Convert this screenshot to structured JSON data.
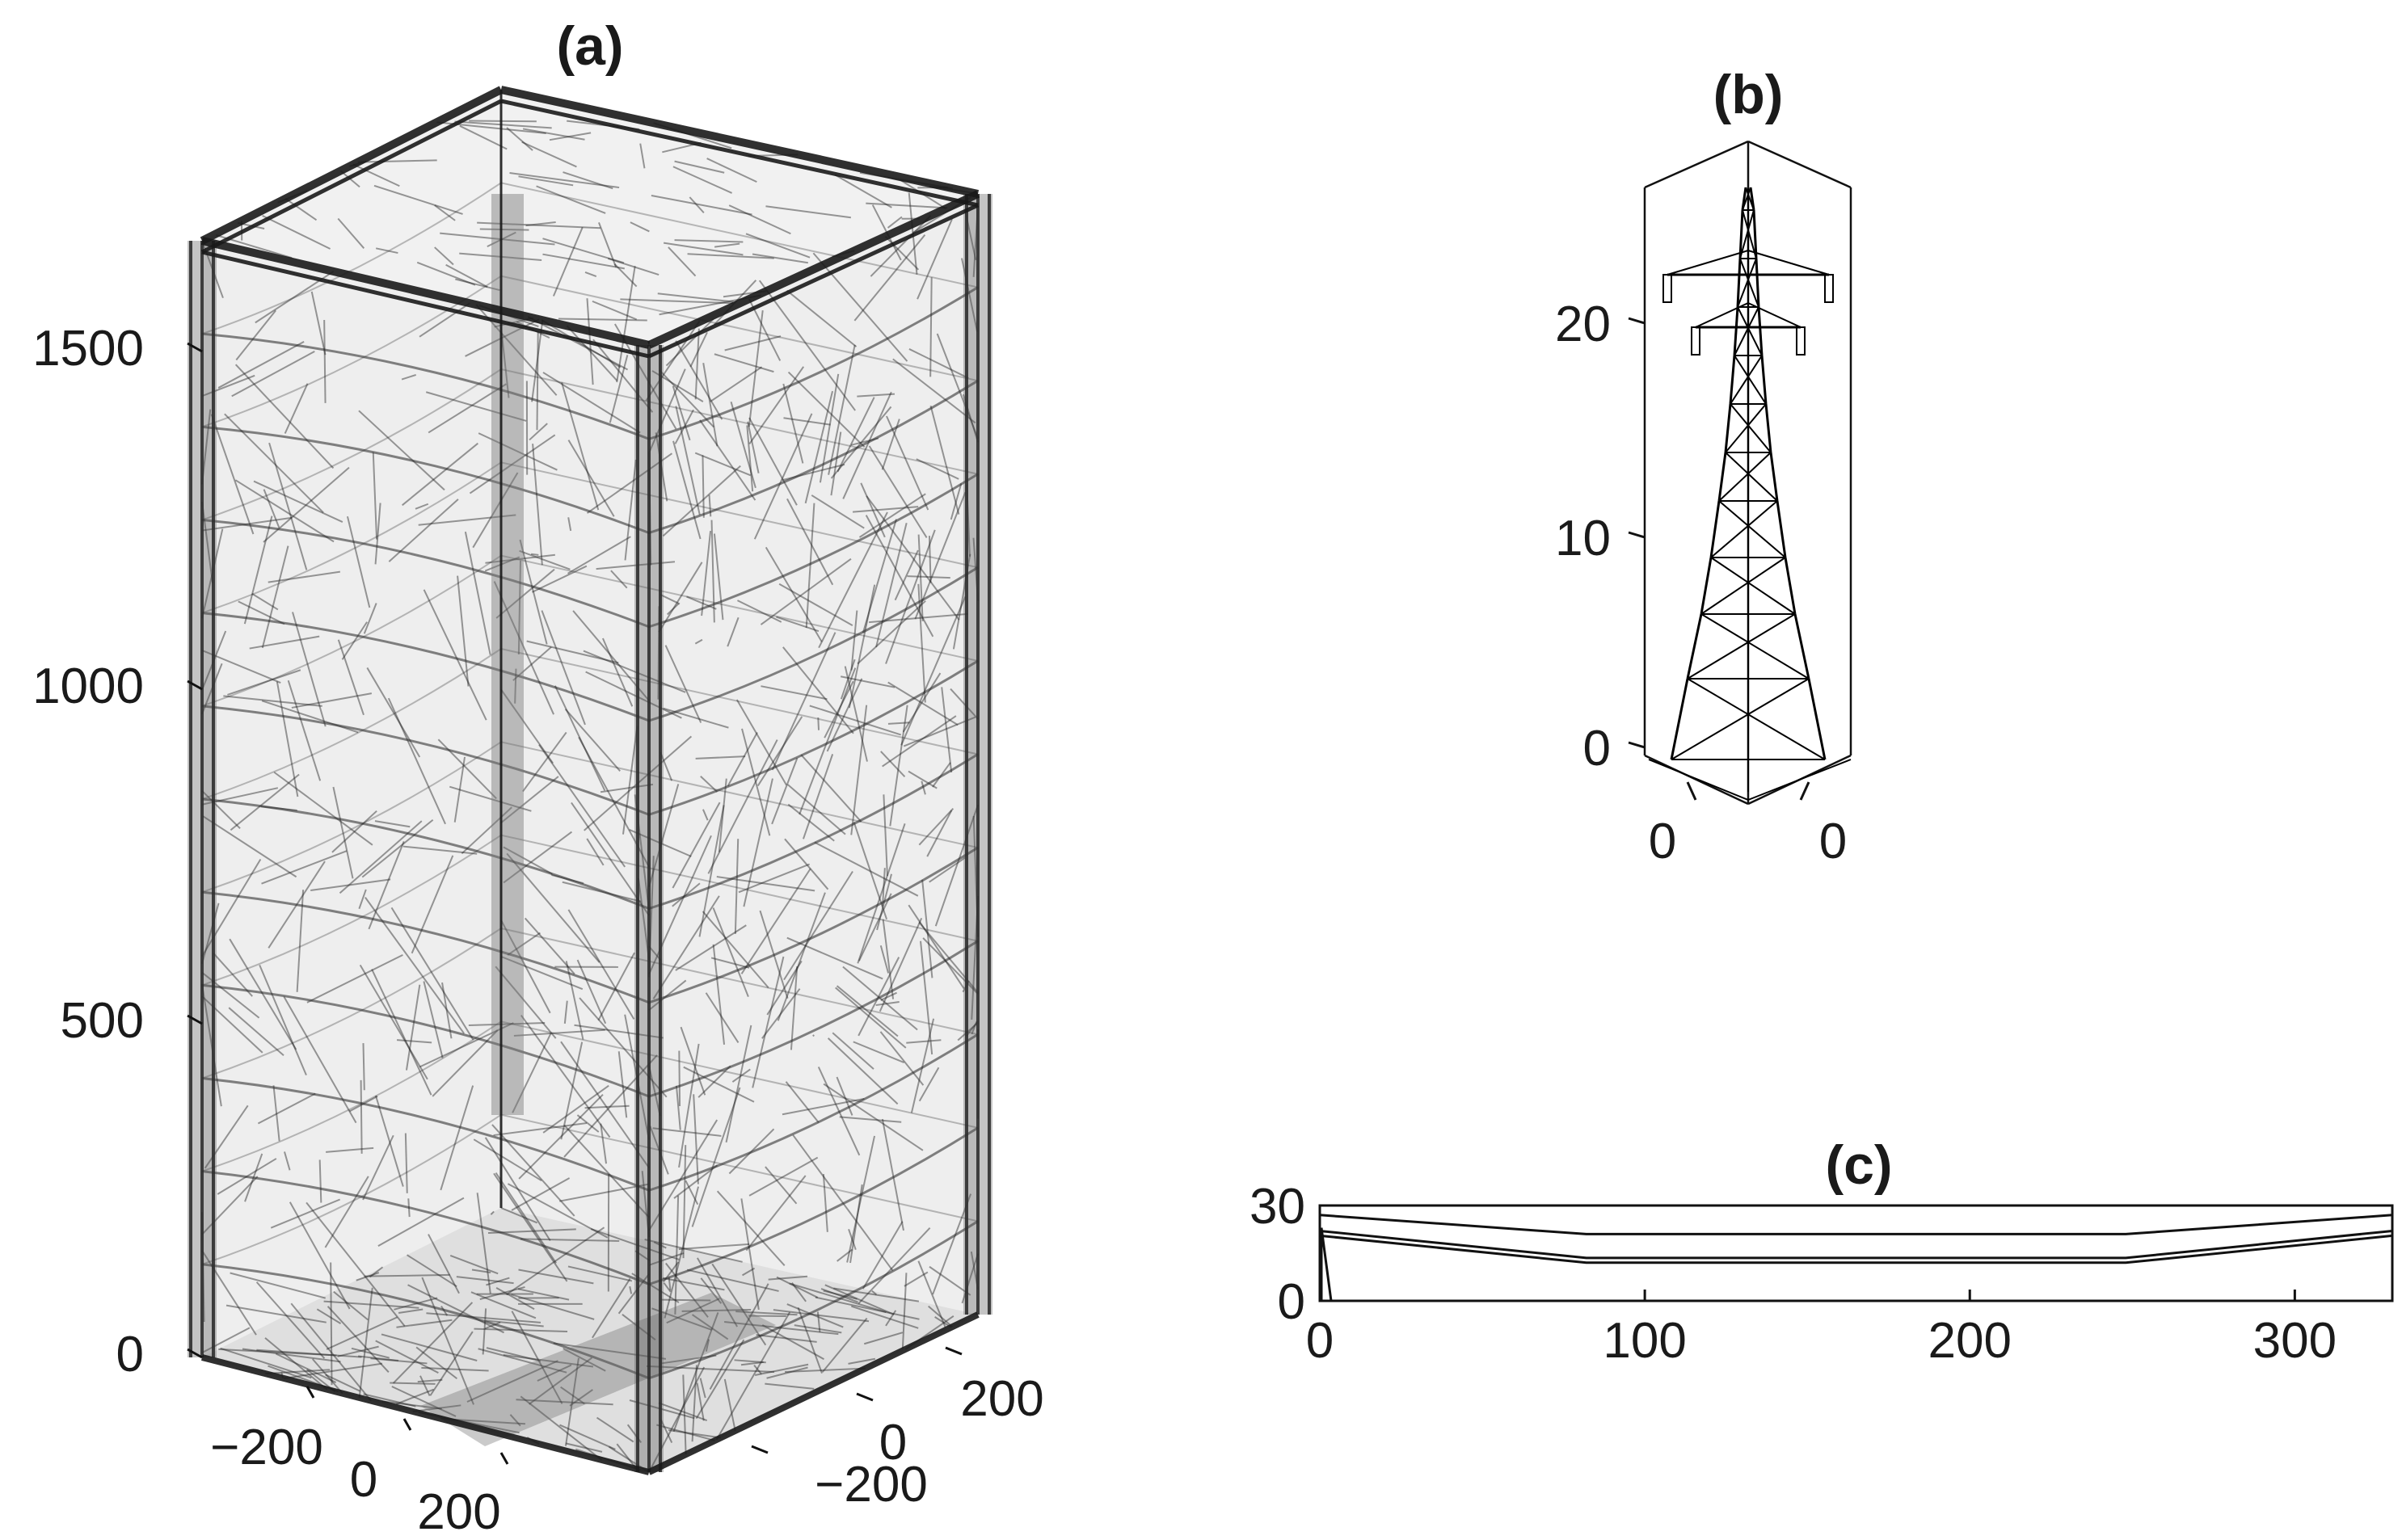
{
  "chart_data": [
    {
      "type": "3d-wireframe",
      "panel": "(a)",
      "title": "(a)",
      "zticks": [
        "0",
        "500",
        "1000",
        "1500"
      ],
      "xticks": [
        "−200",
        "0",
        "200"
      ],
      "yticks": [
        "−200",
        "0",
        "200"
      ],
      "zlim": [
        0,
        1700
      ],
      "grid": false
    },
    {
      "type": "3d-wireframe",
      "panel": "(b)",
      "title": "(b)",
      "zticks": [
        "0",
        "10",
        "20"
      ],
      "xticks": [
        "0"
      ],
      "yticks": [
        "0"
      ],
      "zlim": [
        0,
        26
      ],
      "grid": false
    },
    {
      "type": "line",
      "panel": "(c)",
      "title": "(c)",
      "xticks": [
        "0",
        "100",
        "200",
        "300"
      ],
      "yticks": [
        "0",
        "30"
      ],
      "xlim": [
        0,
        330
      ],
      "ylim": [
        0,
        30
      ],
      "series": [
        {
          "x": [
            0,
            82,
            248,
            330
          ],
          "y": [
            27,
            21,
            21,
            27
          ]
        },
        {
          "x": [
            0,
            82,
            248,
            330
          ],
          "y": [
            22,
            13.5,
            13.5,
            22
          ]
        },
        {
          "x": [
            0,
            82,
            248,
            330
          ],
          "y": [
            20.5,
            12,
            12,
            20.5
          ]
        }
      ]
    }
  ]
}
